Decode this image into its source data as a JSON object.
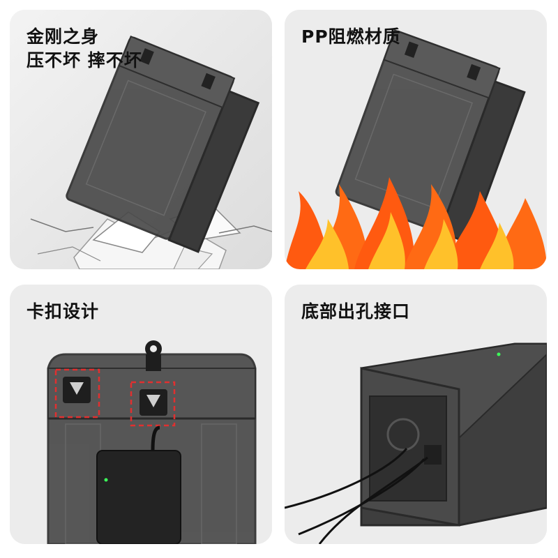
{
  "panels": [
    {
      "lines": [
        "金刚之身",
        "压不坏 摔不坏"
      ]
    },
    {
      "lines": [
        "PP阻燃材质"
      ]
    },
    {
      "lines": [
        "卡扣设计"
      ]
    },
    {
      "lines": [
        "底部出孔接口"
      ]
    }
  ],
  "colors": {
    "panel_bg": "#ececec",
    "box_body": "#4a4a4a",
    "box_edge": "#2e2e2e",
    "flame_orange": "#ff5a10",
    "flame_yellow": "#ffc12a",
    "highlight_red": "#e03030",
    "led_green": "#3cff5a"
  },
  "icons": [
    "latch-icon",
    "cable-icon",
    "flame-icon",
    "crack-icon"
  ]
}
